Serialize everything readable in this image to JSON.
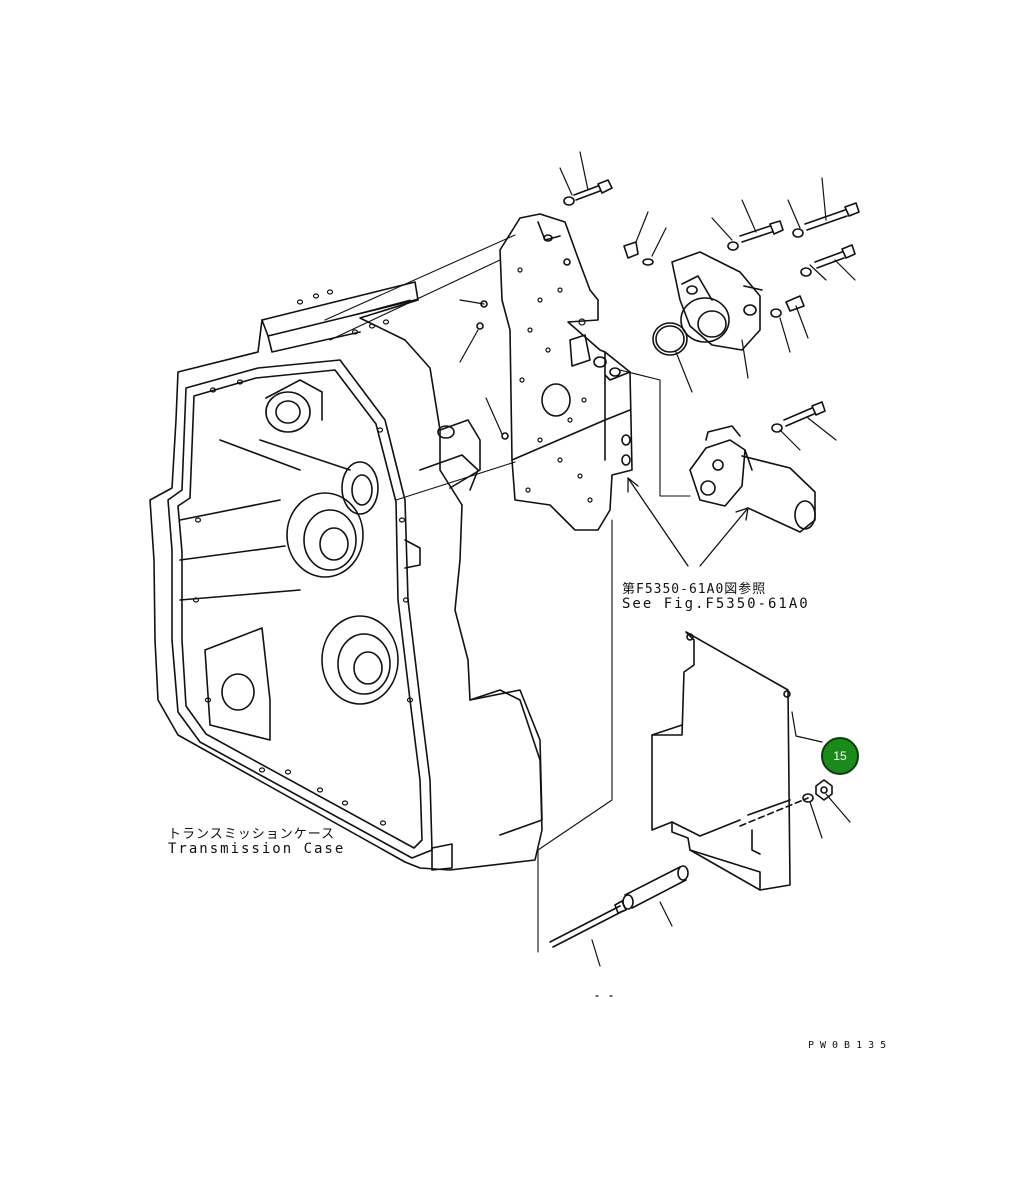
{
  "labels": {
    "see_fig_jp": "第F5350-61A0図参照",
    "see_fig_en": "See Fig.F5350-61A0",
    "case_jp": "トランスミッションケース",
    "case_en": "Transmission Case",
    "drawing_code": "PW0B135"
  },
  "callout": {
    "number": "15",
    "color": "#1a8a1a",
    "border_color": "#0b3d0b"
  },
  "colors": {
    "line": "#111111",
    "background": "#ffffff"
  }
}
